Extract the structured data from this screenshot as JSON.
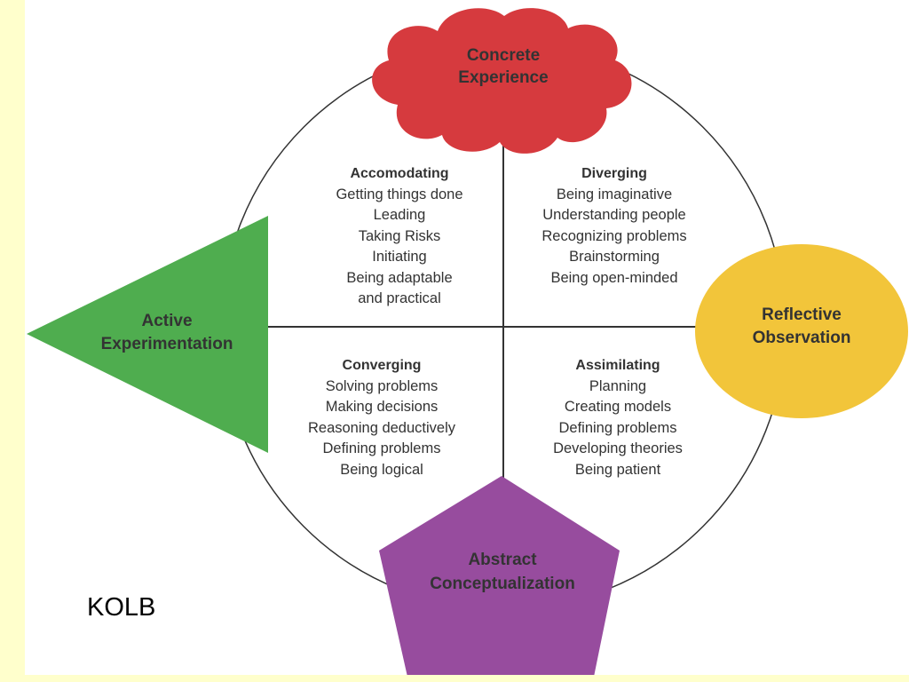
{
  "caption": "KOLB",
  "poles": {
    "top": [
      "Concrete",
      "Experience"
    ],
    "right": [
      "Reflective",
      "Observation"
    ],
    "bottom": [
      "Abstract",
      "Conceptualization"
    ],
    "left": [
      "Active",
      "Experimentation"
    ]
  },
  "quadrants": {
    "top_left": {
      "title": "Accomodating",
      "items": [
        "Getting things done",
        "Leading",
        "Taking Risks",
        "Initiating",
        "Being adaptable",
        "and practical"
      ]
    },
    "top_right": {
      "title": "Diverging",
      "items": [
        "Being imaginative",
        "Understanding people",
        "Recognizing problems",
        "Brainstorming",
        "Being open-minded"
      ]
    },
    "bottom_left": {
      "title": "Converging",
      "items": [
        "Solving problems",
        "Making decisions",
        "Reasoning deductively",
        "Defining problems",
        "Being logical"
      ]
    },
    "bottom_right": {
      "title": "Assimilating",
      "items": [
        "Planning",
        "Creating models",
        "Defining problems",
        "Developing theories",
        "Being patient"
      ]
    }
  },
  "colors": {
    "cloud": "#d63a3e",
    "circle": "#f2c53a",
    "pentagon": "#974c9e",
    "triangle": "#4fad4f",
    "outline": "#333333",
    "page_border": "#ffffcc"
  }
}
